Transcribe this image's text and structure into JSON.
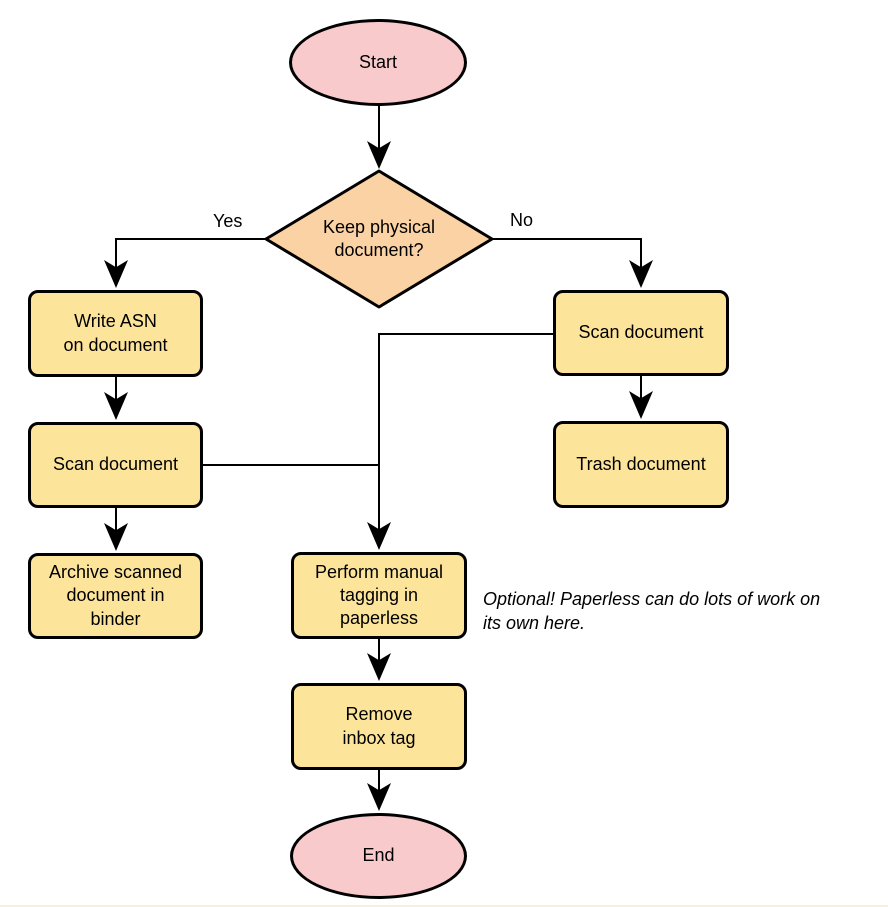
{
  "diagram": {
    "type": "flowchart",
    "colors": {
      "process_fill": "#FDE49B",
      "terminal_fill": "#F8CACB",
      "decision_fill": "#FBD2A3",
      "stroke": "#000000",
      "background": "#FFFFFF"
    },
    "nodes": {
      "start": {
        "label": "Start",
        "shape": "ellipse"
      },
      "decision_keep_physical": {
        "label": "Keep physical\ndocument?",
        "shape": "diamond"
      },
      "write_asn": {
        "label": "Write ASN\non document",
        "shape": "rounded-rect"
      },
      "scan_document_left": {
        "label": "Scan document",
        "shape": "rounded-rect"
      },
      "archive_binder": {
        "label": "Archive scanned\ndocument in\nbinder",
        "shape": "rounded-rect"
      },
      "scan_document_right": {
        "label": "Scan document",
        "shape": "rounded-rect"
      },
      "trash_document": {
        "label": "Trash document",
        "shape": "rounded-rect"
      },
      "perform_tagging": {
        "label": "Perform manual\ntagging in\npaperless",
        "shape": "rounded-rect"
      },
      "remove_inbox_tag": {
        "label": "Remove\ninbox tag",
        "shape": "rounded-rect"
      },
      "end": {
        "label": "End",
        "shape": "ellipse"
      }
    },
    "edge_labels": {
      "yes": "Yes",
      "no": "No"
    },
    "edges": [
      {
        "from": "start",
        "to": "decision_keep_physical"
      },
      {
        "from": "decision_keep_physical",
        "to": "write_asn",
        "label": "Yes"
      },
      {
        "from": "decision_keep_physical",
        "to": "scan_document_right",
        "label": "No"
      },
      {
        "from": "write_asn",
        "to": "scan_document_left"
      },
      {
        "from": "scan_document_left",
        "to": "archive_binder"
      },
      {
        "from": "scan_document_right",
        "to": "trash_document"
      },
      {
        "from": "scan_document_right",
        "to": "perform_tagging"
      },
      {
        "from": "scan_document_left",
        "to": "perform_tagging"
      },
      {
        "from": "perform_tagging",
        "to": "remove_inbox_tag"
      },
      {
        "from": "remove_inbox_tag",
        "to": "end"
      }
    ],
    "note": {
      "text": "Optional! Paperless can do lots of work on\nits own here."
    }
  }
}
